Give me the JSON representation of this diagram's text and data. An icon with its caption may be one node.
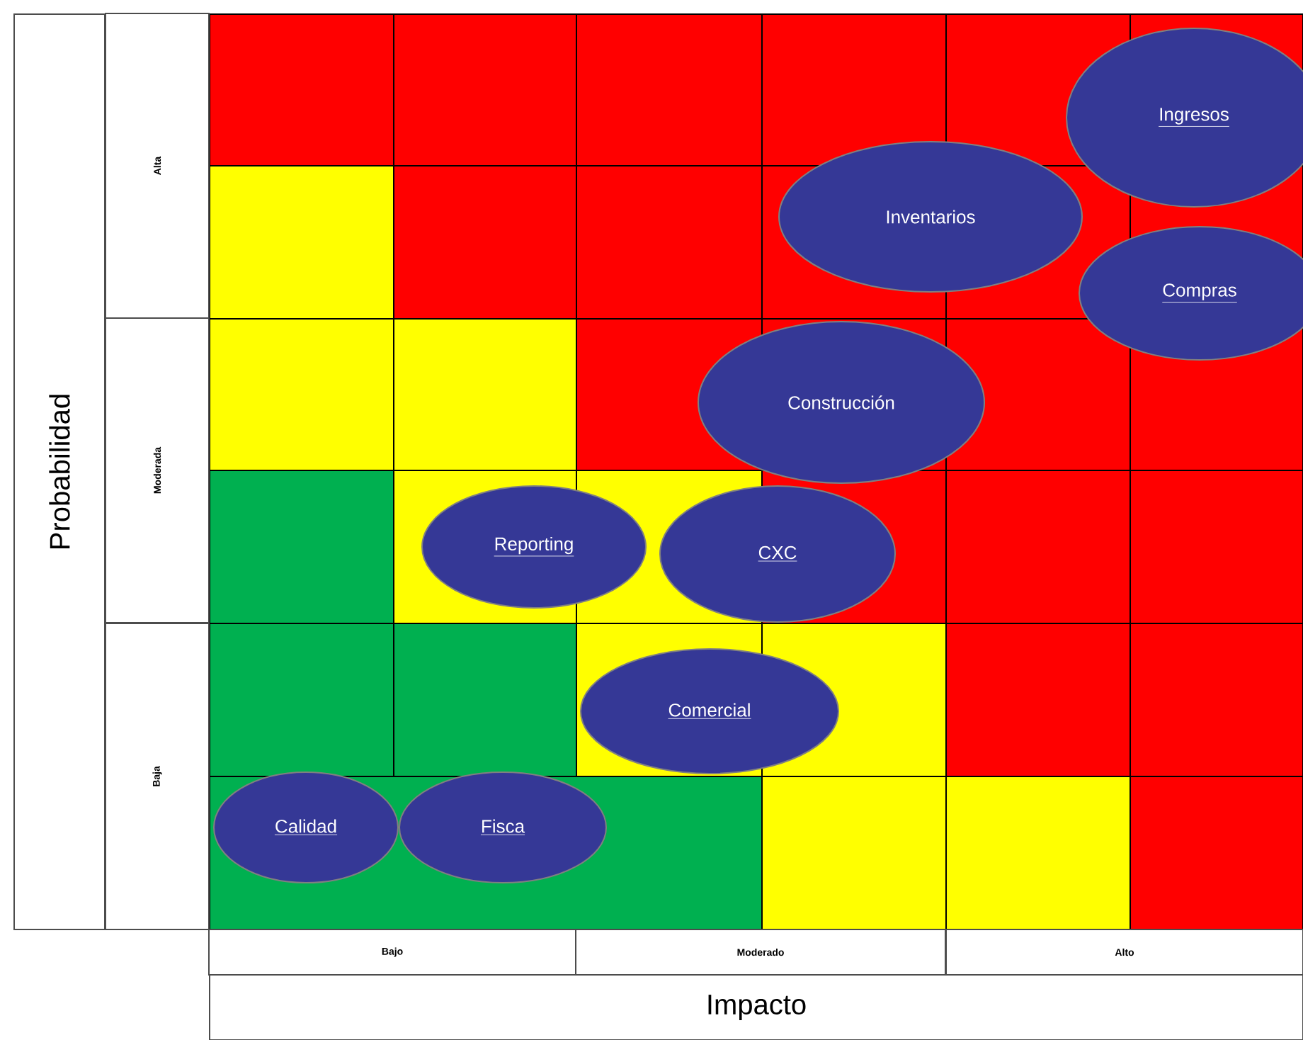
{
  "diagram": {
    "nodes": [
      {
        "text": [
          "Probabilidad"
        ]
      },
      {
        "text": [
          "Alta"
        ]
      },
      {
        "text": [
          "Moderada"
        ]
      },
      {
        "text": [
          "Baja"
        ]
      },
      {
        "text": [
          "Ingresos"
        ]
      },
      {
        "text": [
          "Inventarios"
        ]
      },
      {
        "text": [
          "Compras"
        ]
      },
      {
        "text": [
          "Construcción"
        ]
      },
      {
        "text": [
          "Reporting"
        ]
      },
      {
        "text": [
          "CXC"
        ]
      },
      {
        "text": [
          "Comercial"
        ]
      },
      {
        "text": [
          "Calidad"
        ]
      },
      {
        "text": [
          "Fisca"
        ]
      },
      {
        "text": [
          "Bajo"
        ]
      },
      {
        "text": [
          "Moderado"
        ]
      },
      {
        "text": [
          "Alto"
        ]
      },
      {
        "text": [
          "Impacto"
        ]
      }
    ]
  }
}
